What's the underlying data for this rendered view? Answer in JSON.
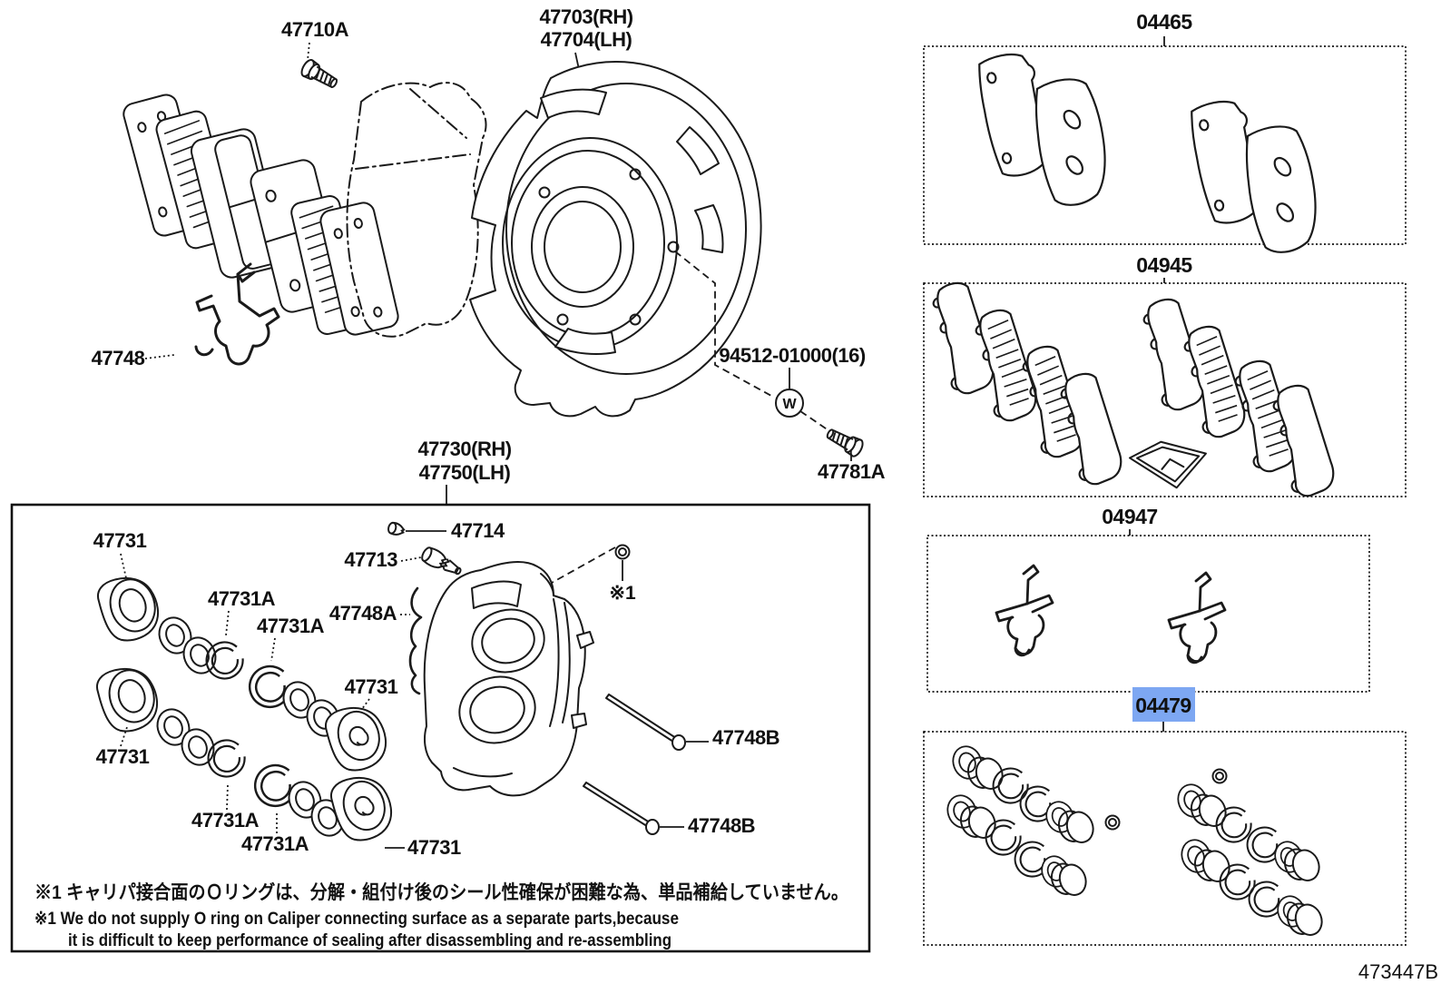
{
  "page": {
    "bg": "#ffffff",
    "ink": "#1a1a1a",
    "drawing_code": "473447B"
  },
  "highlight": {
    "bg": "#7da7f2",
    "text": "#16337f"
  },
  "parts": {
    "pad_support_bolt": "47710A",
    "dust_cover_rh": "47703(RH)",
    "dust_cover_lh": "47704(LH)",
    "pad_spring": "47748",
    "washer_bolt": "94512-01000(16)",
    "washer_mark": "W",
    "cover_bolt": "47781A",
    "caliper_rh": "47730(RH)",
    "caliper_lh": "47750(LH)",
    "bleeder_cap": "47714",
    "bleeder_plug": "47713",
    "caliper_spring": "47748A",
    "piston": "47731",
    "piston_seal": "47731A",
    "pad_pin": "47748B",
    "note_ref": "※1"
  },
  "kits": {
    "pad_kit": "04465",
    "shim_kit": "04945",
    "fitting_kit": "04947",
    "seal_kit": "04479"
  },
  "notes": {
    "jp": "※1 キャリパ接合面のＯリングは、分解・組付け後のシール性確保が困難な為、単品補給していません。",
    "en_line1": "※1 We do not supply O ring on Caliper connecting surface as a separate parts,because",
    "en_line2": "it is difficult to keep performance of sealing after disassembling and re-assembling"
  }
}
